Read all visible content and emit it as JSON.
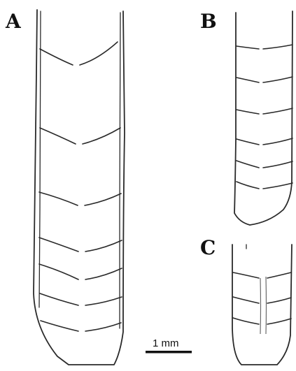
{
  "panels": {
    "a": {
      "label": "A"
    },
    "b": {
      "label": "B"
    },
    "c": {
      "label": "C"
    }
  },
  "scale_bar": {
    "label": "1 mm"
  },
  "colors": {
    "stroke": "#2a2a2a",
    "background": "#ffffff"
  }
}
